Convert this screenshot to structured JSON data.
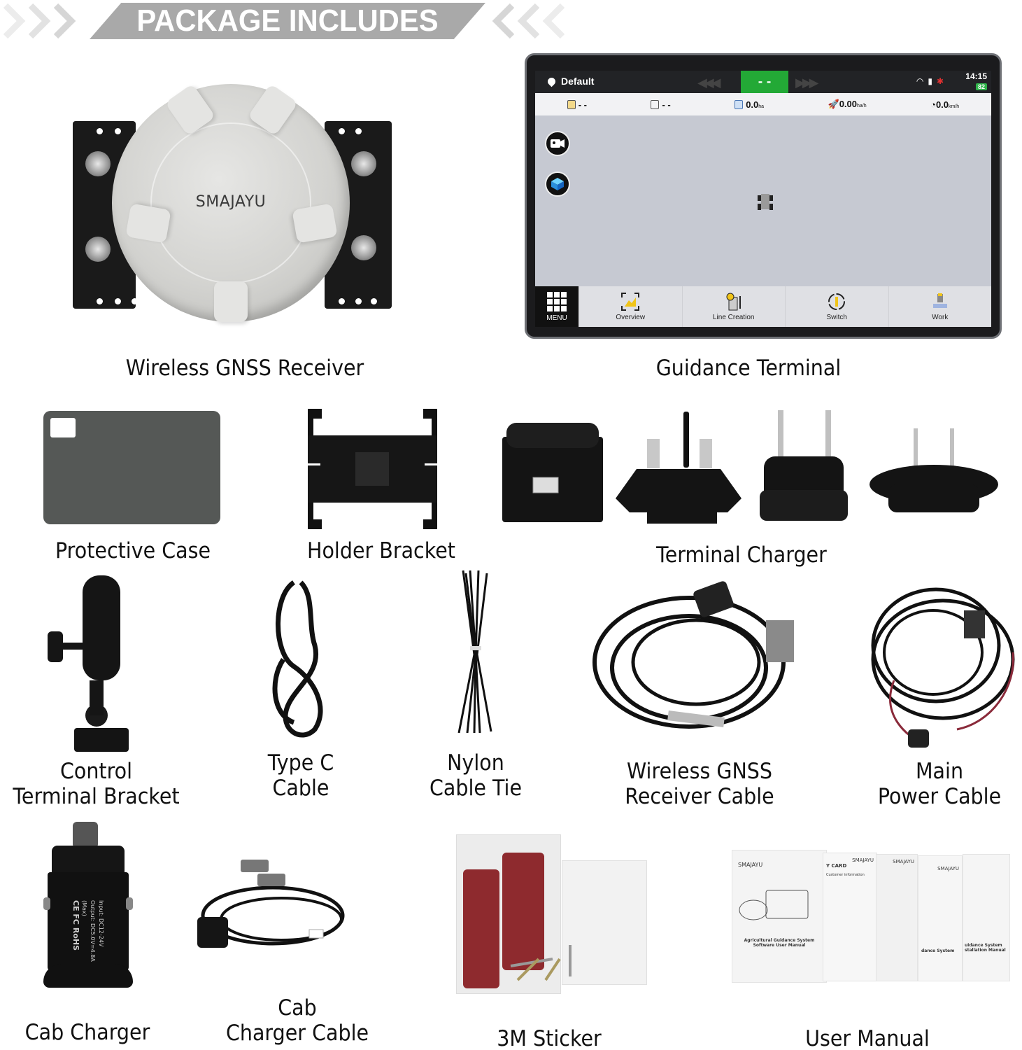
{
  "banner": {
    "title": "PACKAGE INCLUDES",
    "bar_color": "#a9a9a9",
    "chevron_color": "#dcdcdc"
  },
  "items": [
    {
      "id": "wireless-gnss-receiver",
      "label": "Wireless GNSS Receiver",
      "brand_text": "SMAJAYU"
    },
    {
      "id": "guidance-terminal",
      "label": "Guidance Terminal"
    },
    {
      "id": "protective-case",
      "label": "Protective Case"
    },
    {
      "id": "holder-bracket",
      "label": "Holder Bracket"
    },
    {
      "id": "terminal-charger",
      "label": "Terminal Charger"
    },
    {
      "id": "control-terminal-bracket",
      "label": "Control\nTerminal Bracket"
    },
    {
      "id": "type-c-cable",
      "label": "Type C\nCable"
    },
    {
      "id": "nylon-cable-tie",
      "label": "Nylon\nCable Tie"
    },
    {
      "id": "wireless-gnss-receiver-cable",
      "label": "Wireless GNSS\nReceiver Cable"
    },
    {
      "id": "main-power-cable",
      "label": "Main\nPower Cable"
    },
    {
      "id": "cab-charger",
      "label": "Cab Charger"
    },
    {
      "id": "cab-charger-cable",
      "label": "Cab\nCharger Cable"
    },
    {
      "id": "3m-sticker",
      "label": "3M Sticker"
    },
    {
      "id": "user-manual",
      "label": "User Manual"
    }
  ],
  "terminal_screen": {
    "status_bar": {
      "location": "Default",
      "center_status": "- -",
      "time": "14:15",
      "battery": "82",
      "accent_color": "#23a936"
    },
    "info_bar": [
      {
        "icon": "field-icon",
        "value": "- -",
        "unit": ""
      },
      {
        "icon": "grid-icon",
        "value": "- -",
        "unit": ""
      },
      {
        "icon": "area-check-icon",
        "value": "0.0",
        "unit": "ha"
      },
      {
        "icon": "rocket-icon",
        "value": "0.00",
        "unit": "ha/h"
      },
      {
        "icon": "speedometer-icon",
        "value": "0.0",
        "unit": "km/h"
      }
    ],
    "bottom_bar": [
      {
        "id": "menu",
        "label": "MENU"
      },
      {
        "id": "overview",
        "label": "Overview"
      },
      {
        "id": "line-creation",
        "label": "Line Creation"
      },
      {
        "id": "switch",
        "label": "Switch"
      },
      {
        "id": "work",
        "label": "Work"
      }
    ]
  },
  "cab_charger_print": {
    "line1": "Input: DC12-24V",
    "line2": "Output: DC5.0V=4.8A (Max)",
    "marks": "CE FC RoHS"
  },
  "manual_pages": {
    "brand": "SMAJAYU",
    "card_title": "Y CARD",
    "card_section": "Customer information",
    "page1_title_line1": "Agricultural Guidance System",
    "page1_title_line2": "Software User Manual",
    "page4_text": "dance System",
    "page5_line1": "uidance System",
    "page5_line2": "stallation Manual"
  }
}
